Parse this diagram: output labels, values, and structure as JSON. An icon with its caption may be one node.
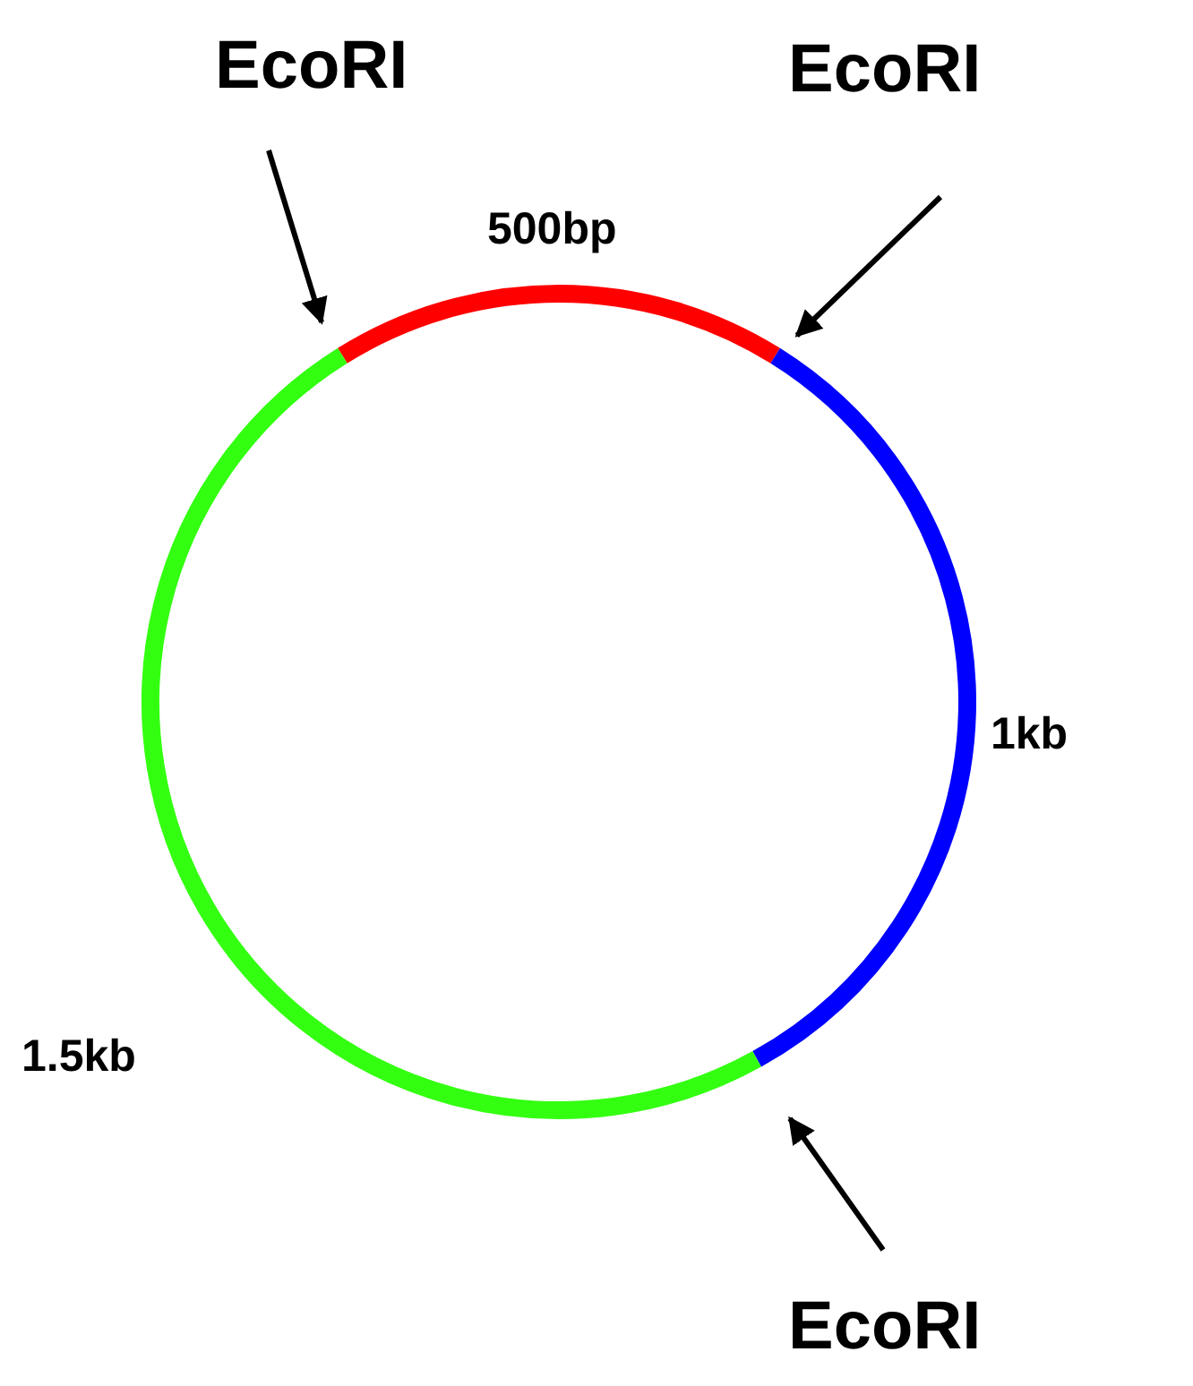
{
  "diagram": {
    "nodes": [
      {
        "text": [
          "EcoRI"
        ]
      },
      {
        "text": [
          "EcoRI"
        ]
      },
      {
        "text": [
          "EcoRI"
        ]
      },
      {
        "text": [],
        "shape": "circle"
      }
    ],
    "edges": [
      {
        "from": 0,
        "to": 3,
        "arrow": "to"
      },
      {
        "from": 1,
        "to": 3,
        "arrow": "to"
      },
      {
        "from": 2,
        "to": 3,
        "arrow": "to"
      }
    ],
    "labels": [
      "500bp",
      "1kb",
      "1.5kb"
    ]
  }
}
